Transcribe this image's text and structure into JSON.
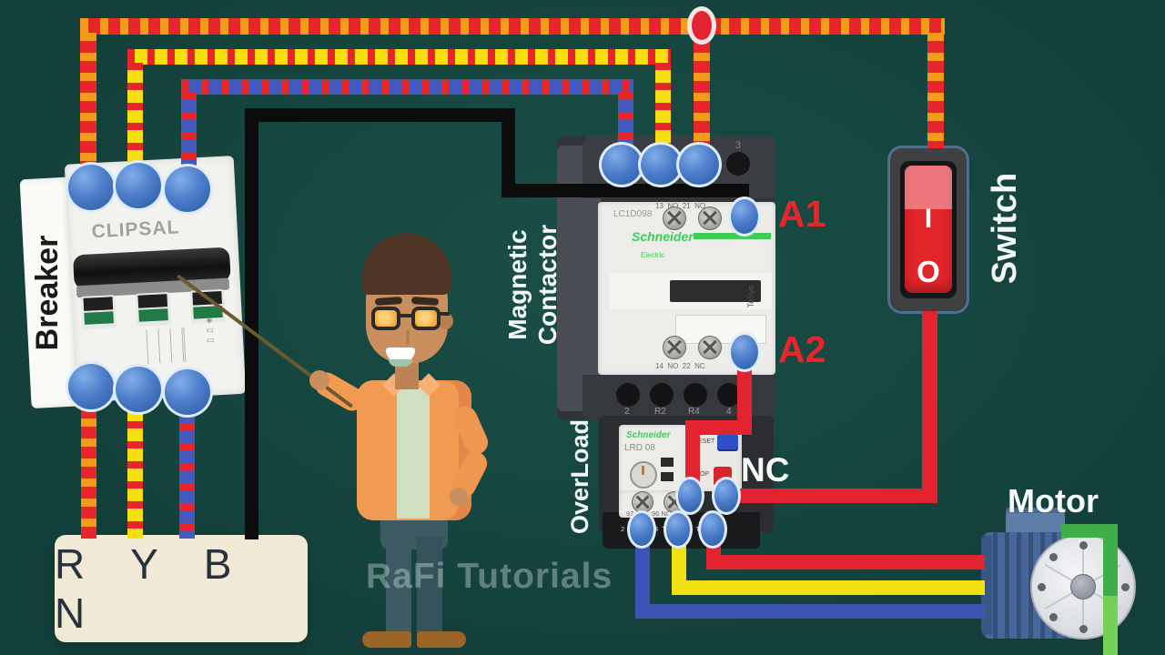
{
  "background": "#133f3a",
  "watermark": "RaFi Tutorials",
  "components": {
    "breaker": {
      "label": "Breaker",
      "brand": "CLIPSAL"
    },
    "contactor": {
      "label_line1": "Magnetic",
      "label_line2": "Contactor",
      "model": "LC1D098",
      "brand": "Schneider",
      "brand_sub": "Electric",
      "series": "TeSys",
      "corner_num": "3",
      "row_top": "13  NO  21  NO",
      "row_mid": "14  NO  22  NC",
      "row_bottom": [
        "2",
        "R2",
        "R4",
        "4"
      ],
      "a1": "A1",
      "a2": "A2"
    },
    "overload": {
      "label": "OverLoad",
      "brand": "Schneider",
      "model": "LRD 08",
      "reset": "RESET",
      "stop": "STOP",
      "aux_terminals": "97 NO   96 NC",
      "load_terminals": "2T1  4T2  6T3",
      "nc_label": "NC"
    },
    "switch": {
      "label": "Switch",
      "on_mark": "I",
      "off_mark": "O"
    },
    "motor": {
      "label": "Motor"
    },
    "supply_box": {
      "label": "R Y B N"
    }
  },
  "wire_colors": {
    "phase_r_base": "#E8252B",
    "phase_r_band": "#F59A1E",
    "phase_y_base": "#F8DF12",
    "phase_y_band": "#E8252B",
    "phase_b_base": "#4459BD",
    "phase_b_band": "#E8252B",
    "neutral": "#0C0C0C",
    "control_red": "#E42330",
    "motor_yellow": "#F2E112",
    "motor_blue": "#3C55B4",
    "ground_green": "#3FAE49",
    "ground_green_light": "#74D058",
    "terminal_blue": "#4A7CC8"
  }
}
